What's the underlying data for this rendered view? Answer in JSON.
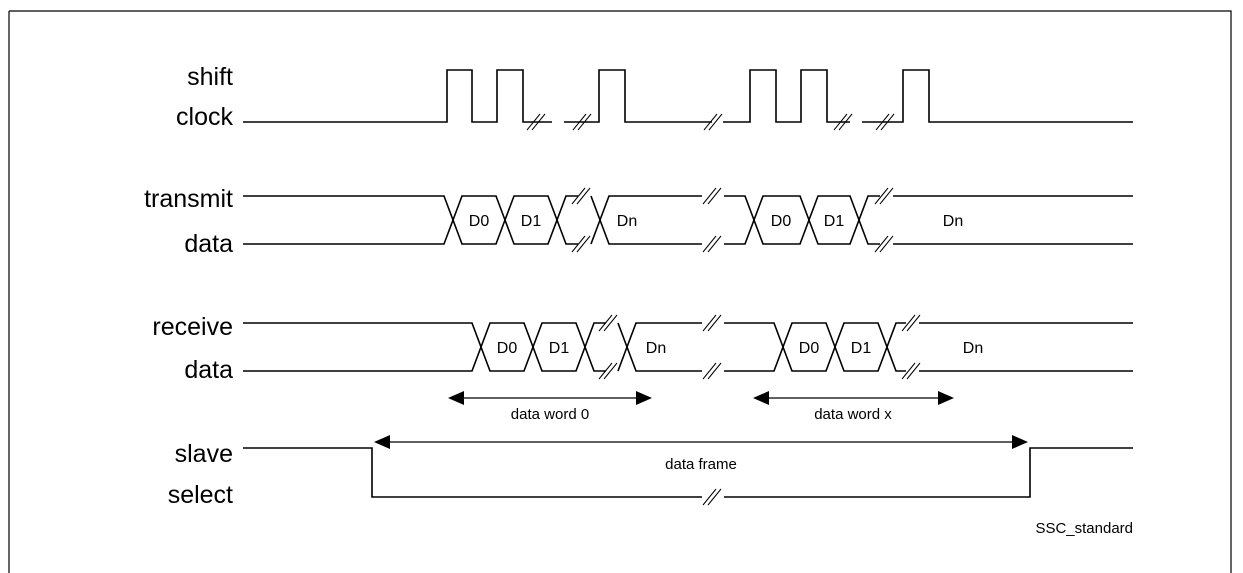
{
  "signals": {
    "shift_clock": {
      "line1": "shift",
      "line2": "clock"
    },
    "transmit_data": {
      "line1": "transmit",
      "line2": "data"
    },
    "receive_data": {
      "line1": "receive",
      "line2": "data"
    },
    "slave_select": {
      "line1": "slave",
      "line2": "select"
    }
  },
  "cells": {
    "d0": "D0",
    "d1": "D1",
    "dn": "Dn"
  },
  "annotations": {
    "data_word_0": "data word 0",
    "data_word_x": "data word x",
    "data_frame": "data frame"
  },
  "caption": "SSC_standard"
}
